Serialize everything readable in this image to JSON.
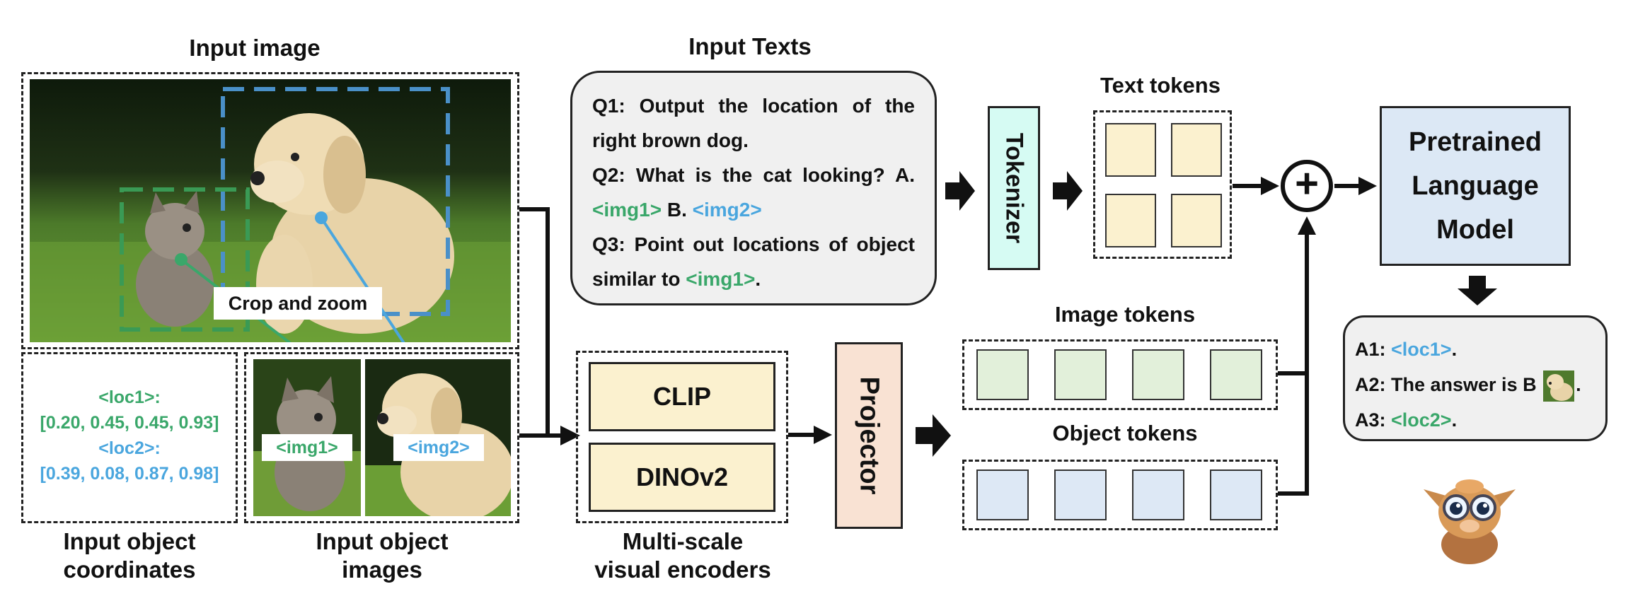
{
  "labels": {
    "input_image": "Input image",
    "input_texts": "Input Texts",
    "text_tokens": "Text tokens",
    "image_tokens": "Image tokens",
    "object_tokens": "Object tokens",
    "input_object_coordinates": "Input object\ncoordinates",
    "input_object_images": "Input object\nimages",
    "multi_scale_visual_encoders": "Multi-scale\nvisual encoders",
    "crop_and_zoom": "Crop and zoom"
  },
  "coords": {
    "loc1_tag": "<loc1>:",
    "loc1_values": "[0.20, 0.45, 0.45, 0.93]",
    "loc2_tag": "<loc2>:",
    "loc2_values": "[0.39, 0.08, 0.87, 0.98]"
  },
  "object_images": {
    "img1": "<img1>",
    "img2": "<img2>"
  },
  "questions": {
    "q1": "Q1: Output the location of the right brown dog.",
    "q2_a": "Q2: What is the cat looking? A.",
    "q2_img1": "<img1>",
    "q2_b": " B. ",
    "q2_img2": "<img2>",
    "q3_a": "Q3: Point out locations of object similar to ",
    "q3_img1": "<img1>",
    "q3_end": "."
  },
  "modules": {
    "tokenizer": "Tokenizer",
    "clip": "CLIP",
    "dinov2": "DINOv2",
    "projector": "Projector",
    "plm": "Pretrained Language Model",
    "plus": "+"
  },
  "answers": {
    "a1_prefix": "A1: ",
    "a1_loc": "<loc1>",
    "a1_end": ".",
    "a2": "A2: The answer is B",
    "a2_end": ".",
    "a3_prefix": "A3: ",
    "a3_loc": "<loc2>",
    "a3_end": "."
  },
  "colors": {
    "green": "#3aa76a",
    "blue": "#4aa6de",
    "tokenizer_fill": "#d6fbf3",
    "encoder_fill": "#fbf1cf",
    "projector_fill": "#f9e2d3",
    "plm_fill": "#dce8f5"
  }
}
